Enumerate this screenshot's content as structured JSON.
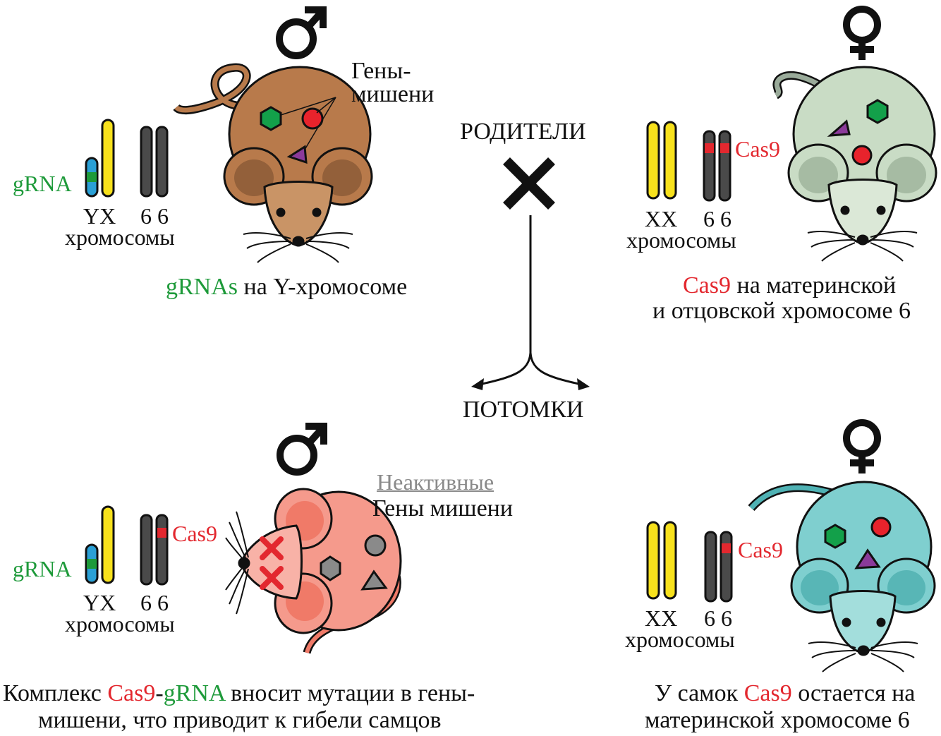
{
  "symbols": {
    "male": "♂",
    "female": "♀",
    "cross": "✖"
  },
  "center": {
    "parents_label": "РОДИТЕЛИ",
    "offspring_label": "ПОТОМКИ"
  },
  "parent_male": {
    "chrom_pair_1": "YX",
    "chrom_pair_2": "6 6",
    "chrom_caption": "хромосомы",
    "grna_marker": "gRNA",
    "target_genes_label_1": "Гены-",
    "target_genes_label_2": "мишени",
    "caption_colored": "gRNAs",
    "caption_rest": " на Y-хромосоме"
  },
  "parent_female": {
    "chrom_pair_1": "XX",
    "chrom_pair_2": "6 6",
    "chrom_caption": "хромосомы",
    "cas9_marker": "Cas9",
    "caption_line1_colored": "Cas9",
    "caption_line1_rest": " на материнской",
    "caption_line2": "и отцовской хромосоме 6"
  },
  "offspring_male": {
    "chrom_pair_1": "YX",
    "chrom_pair_2": "6 6",
    "chrom_caption": "хромосомы",
    "grna_marker": "gRNA",
    "cas9_marker": "Cas9",
    "inactive_label": "Неактивные",
    "target_genes_label": "Гены мишени",
    "caption_l1_a": "Комплекс ",
    "caption_l1_b": "Cas9",
    "caption_l1_c": "-",
    "caption_l1_d": "gRNA",
    "caption_l1_e": " вносит мутации в гены-",
    "caption_line2": "мишени, что приводит к гибели самцов"
  },
  "offspring_female": {
    "chrom_pair_1": "XX",
    "chrom_pair_2": "6 6",
    "chrom_caption": "хромосомы",
    "cas9_marker": "Cas9",
    "caption_l1_a": "У самок ",
    "caption_l1_b": "Cas9",
    "caption_l1_c": " остается на",
    "caption_line2": "материнской хромосоме 6"
  },
  "colors": {
    "male_mouse": "#b87a4b",
    "female_mouse": "#c9dcc5",
    "dead_mouse": "#f59a8c",
    "offspring_female_mouse": "#7fcfcf",
    "x_chromosome": "#f7e11c",
    "y_chromosome": "#2aa0d6",
    "chromosome_6": "#4a4a4a",
    "cas9_red": "#e3282f",
    "grna_green": "#1e9a3a",
    "target_hexagon": "#13a04a",
    "target_circle": "#e8232c",
    "target_triangle": "#8b3a9a",
    "inactive_gray": "#8a8a8a"
  }
}
